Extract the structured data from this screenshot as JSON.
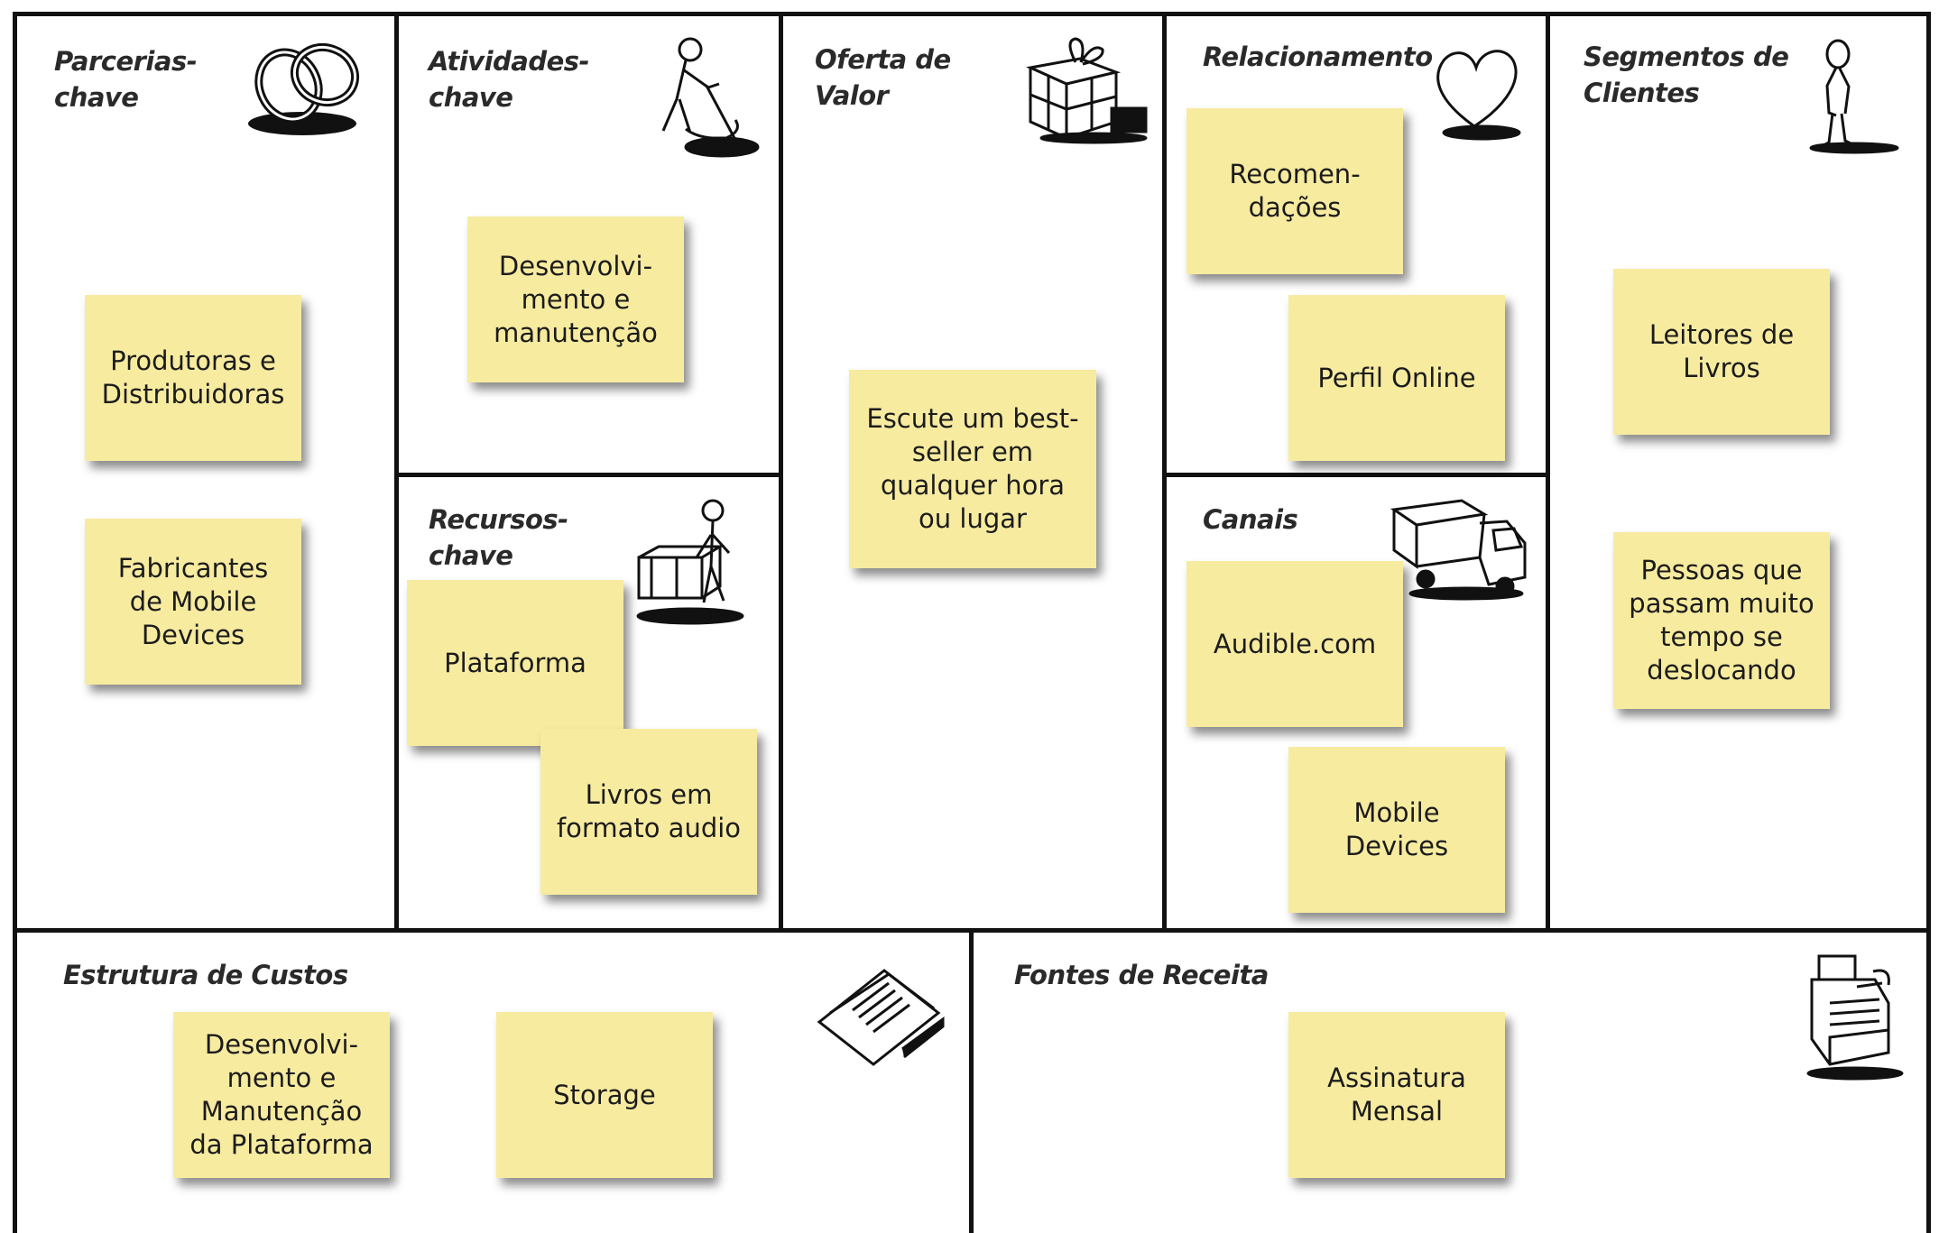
{
  "canvas": {
    "blocks": [
      {
        "id": "key-partners",
        "title": "Parcerias-\nchave",
        "icon": "rings-icon",
        "notes": [
          "Produtoras e\nDistribuidoras",
          "Fabricantes\nde Mobile\nDevices"
        ]
      },
      {
        "id": "key-activities",
        "title": "Atividades-\nchave",
        "icon": "worker-icon",
        "notes": [
          "Desenvolvi-\nmento e\nmanutenção"
        ]
      },
      {
        "id": "key-resources",
        "title": "Recursos-\nchave",
        "icon": "person-crate-icon",
        "notes": [
          "Plataforma",
          "Livros em\nformato audio"
        ]
      },
      {
        "id": "value-proposition",
        "title": "Oferta de\nValor",
        "icon": "gift-icon",
        "notes": [
          "Escute um best-\nseller em\nqualquer hora\nou lugar"
        ]
      },
      {
        "id": "customer-relationships",
        "title": "Relacionamento",
        "icon": "heart-icon",
        "notes": [
          "Recomen-\ndações",
          "Perfil Online"
        ]
      },
      {
        "id": "channels",
        "title": "Canais",
        "icon": "truck-icon",
        "notes": [
          "Audible.com",
          "Mobile\nDevices"
        ]
      },
      {
        "id": "customer-segments",
        "title": "Segmentos de\nClientes",
        "icon": "person-icon",
        "notes": [
          "Leitores de\nLivros",
          "Pessoas que\npassam muito\ntempo se\ndeslocando"
        ]
      },
      {
        "id": "cost-structure",
        "title": "Estrutura de Custos",
        "icon": "paper-stack-icon",
        "notes": [
          "Desenvolvi-\nmento e\nManutenção\nda Plataforma",
          "Storage"
        ]
      },
      {
        "id": "revenue-streams",
        "title": "Fontes de Receita",
        "icon": "cash-register-icon",
        "notes": [
          "Assinatura\nMensal"
        ]
      }
    ]
  },
  "colors": {
    "sticky_note": "#f7eba0",
    "frame": "#111111",
    "title_text": "#2a2a2a"
  }
}
